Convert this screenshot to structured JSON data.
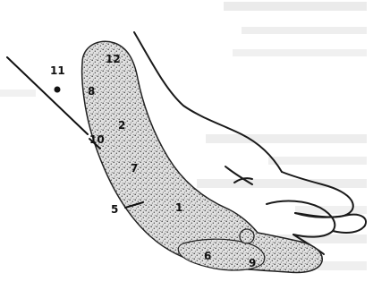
{
  "figure": {
    "zones": [
      {
        "id": "1",
        "label": "1"
      },
      {
        "id": "2",
        "label": "2"
      },
      {
        "id": "5",
        "label": "5"
      },
      {
        "id": "6",
        "label": "6"
      },
      {
        "id": "7",
        "label": "7"
      },
      {
        "id": "8",
        "label": "8"
      },
      {
        "id": "9",
        "label": "9"
      },
      {
        "id": "10",
        "label": "10"
      },
      {
        "id": "11",
        "label": "11"
      },
      {
        "id": "12",
        "label": "12"
      }
    ]
  },
  "colors": {
    "ink": "#1a1a1a",
    "stipple": "#444444",
    "stipple_fill": "#d9d9d9",
    "bleed_text": "#bdbdbd",
    "paper": "#ffffff"
  }
}
